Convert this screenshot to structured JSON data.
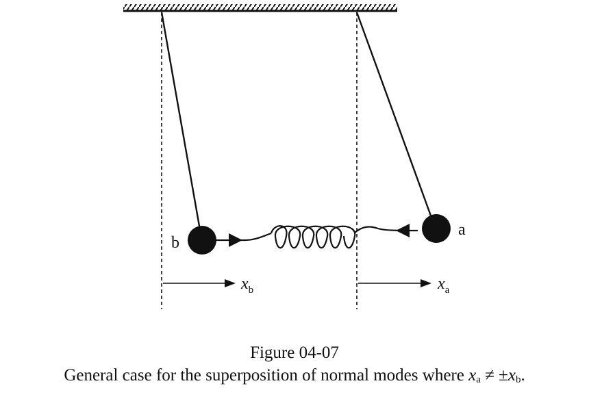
{
  "diagram": {
    "mass_b_label": "b",
    "mass_a_label": "a",
    "axis_b_label": {
      "base": "x",
      "sub": "b"
    },
    "axis_a_label": {
      "base": "x",
      "sub": "a"
    }
  },
  "caption": {
    "figure_number": "Figure 04-07",
    "text_main": "General case for the superposition of normal modes where ",
    "var1_base": "x",
    "var1_sub": "a",
    "relation": " ≠ ±",
    "var2_base": "x",
    "var2_sub": "b",
    "text_end": "."
  }
}
